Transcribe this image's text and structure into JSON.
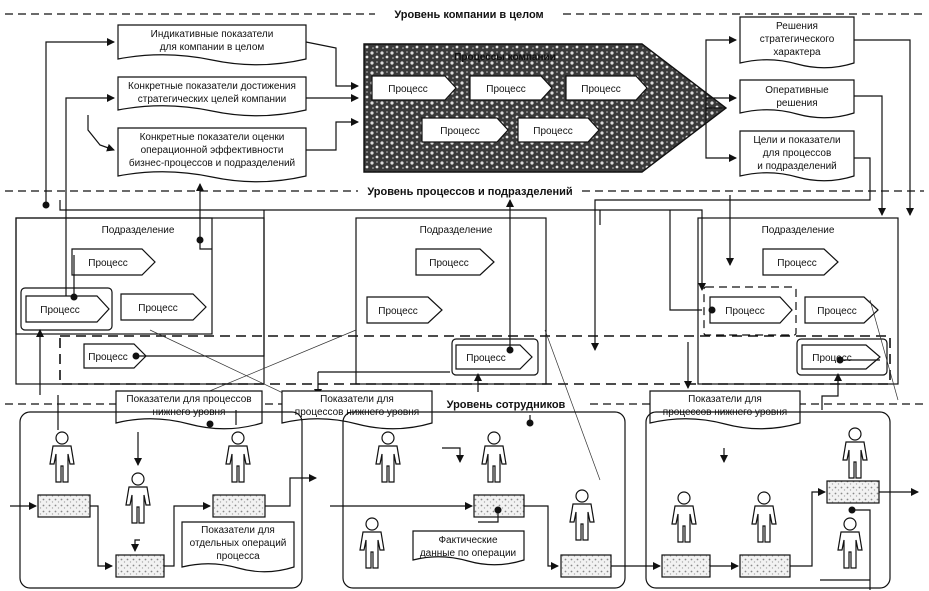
{
  "levels": {
    "company": "Уровень компании в целом",
    "processes": "Уровень процессов и подразделений",
    "employees": "Уровень сотрудников"
  },
  "company_docs": {
    "indicative": [
      "Индикативные показатели",
      "для компании в целом"
    ],
    "specific": [
      "Конкретные показатели достижения",
      "стратегических целей компании"
    ],
    "operational": [
      "Конкретные показатели оценки",
      "операционной эффективности",
      "бизнес-процессов и подразделений"
    ]
  },
  "company_arrow": {
    "title": "Процессы компании",
    "process_label": "Процесс"
  },
  "right_docs": {
    "strategic": [
      "Решения",
      "стратегического",
      "характера"
    ],
    "operative": [
      "Оперативные",
      "решения"
    ],
    "goals": [
      "Цели и показатели",
      "для процессов",
      "и подразделений"
    ]
  },
  "division_label": "Подразделение",
  "process_label": "Процесс",
  "lower_docs": {
    "left": [
      "Показатели для процессов",
      "нижнего уровня"
    ],
    "mid": [
      "Показатели для",
      "процессов нижнего уровня"
    ],
    "right": [
      "Показатели для",
      "процессов нижнего уровня"
    ]
  },
  "employee_docs": {
    "ops": [
      "Показатели для",
      "отдельных операций",
      "процесса"
    ],
    "facts": [
      "Фактические",
      "данные по операции"
    ]
  }
}
